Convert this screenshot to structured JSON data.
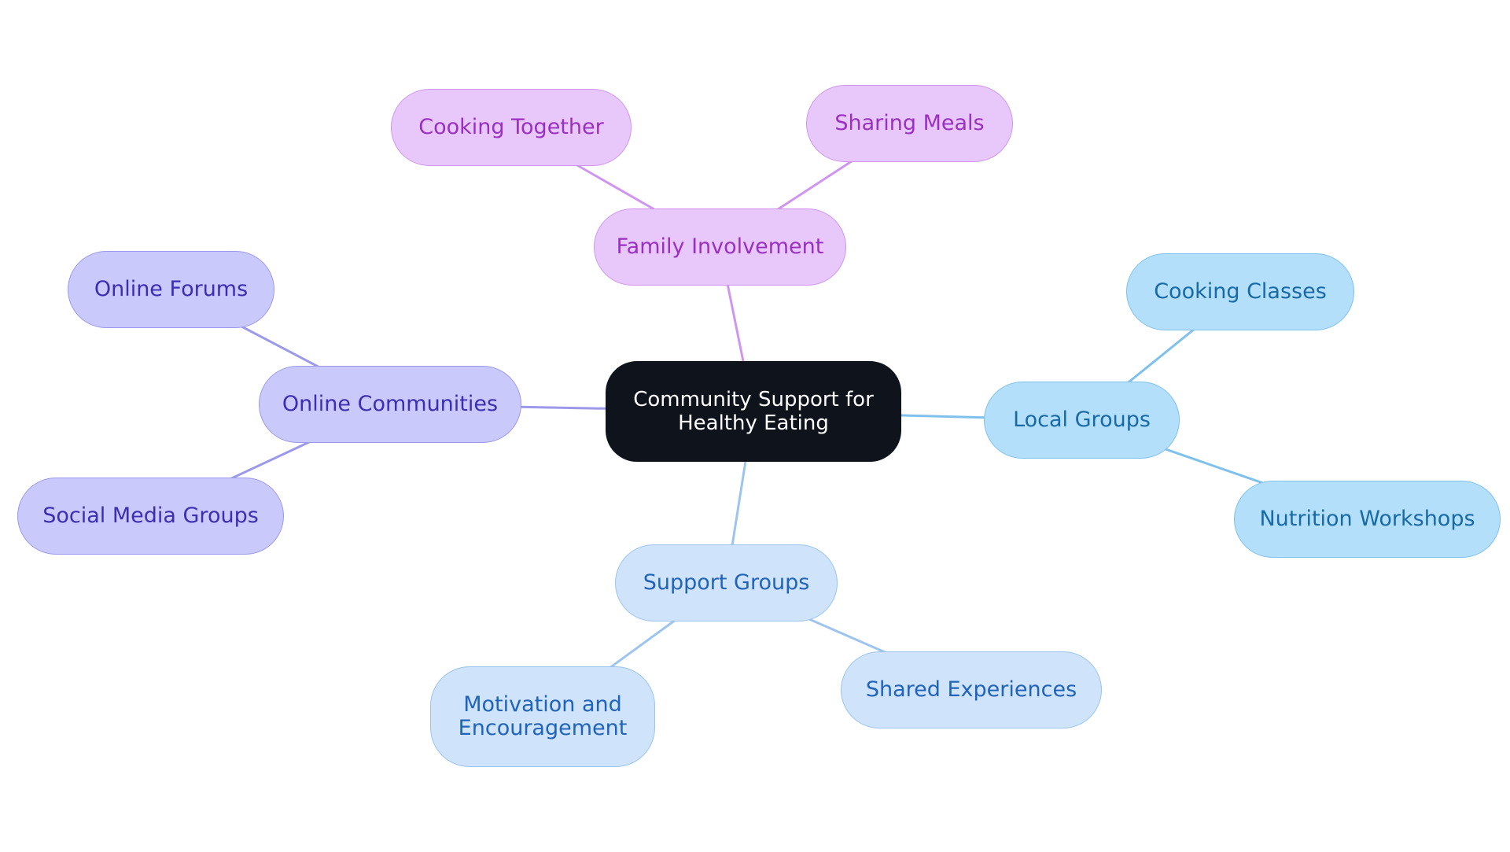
{
  "diagram": {
    "type": "mind-map",
    "center": {
      "id": "center",
      "label": "Community Support for\nHealthy Eating"
    },
    "branches": [
      {
        "id": "family",
        "label": "Family Involvement",
        "color": "#cf95ef",
        "children": [
          {
            "id": "cooking-together",
            "label": "Cooking Together"
          },
          {
            "id": "sharing-meals",
            "label": "Sharing Meals"
          }
        ]
      },
      {
        "id": "online",
        "label": "Online Communities",
        "color": "#9c99ea",
        "children": [
          {
            "id": "online-forums",
            "label": "Online Forums"
          },
          {
            "id": "social-media-groups",
            "label": "Social Media Groups"
          }
        ]
      },
      {
        "id": "local",
        "label": "Local Groups",
        "color": "#7fc1ec",
        "children": [
          {
            "id": "cooking-classes",
            "label": "Cooking Classes"
          },
          {
            "id": "nutrition-workshops",
            "label": "Nutrition Workshops"
          }
        ]
      },
      {
        "id": "support",
        "label": "Support Groups",
        "color": "#9cc4ee",
        "children": [
          {
            "id": "motivation",
            "label": "Motivation and\nEncouragement"
          },
          {
            "id": "shared-experiences",
            "label": "Shared Experiences"
          }
        ]
      }
    ]
  }
}
